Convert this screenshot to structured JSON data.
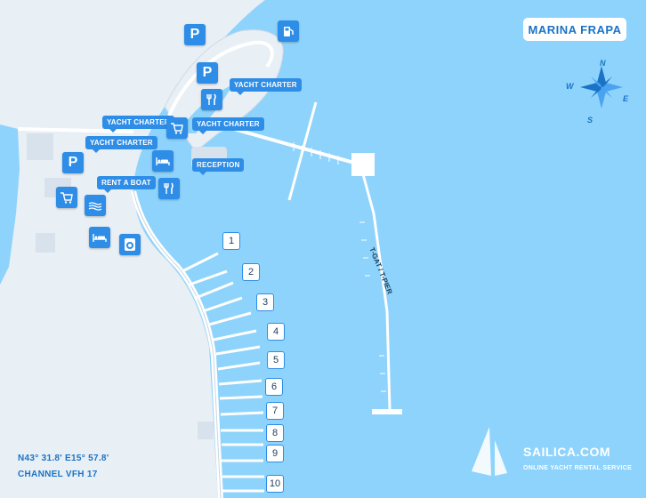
{
  "title": "MARINA FRAPA",
  "coordinates": "N43° 31.8' E15° 57.8'",
  "channel": "CHANNEL VFH 17",
  "pier_label": "T-GAT / T-PIER",
  "brand": {
    "name": "SAILICA.COM",
    "tagline": "ONLINE YACHT RENTAL SERVICE"
  },
  "compass": {
    "n": "N",
    "s": "S",
    "e": "E",
    "w": "W"
  },
  "labels": {
    "yacht_charter_1": "YACHT CHARTER",
    "yacht_charter_2": "YACHT CHARTER",
    "yacht_charter_3": "YACHT CHARTER",
    "yacht_charter_4": "YACHT CHARTER",
    "reception": "RECEPTION",
    "rent_a_boat": "RENT A BOAT"
  },
  "poi_icons": [
    "parking-icon",
    "fuel-icon",
    "restaurant-icon",
    "shopping-cart-icon",
    "hotel-icon",
    "pool-icon",
    "laundry-icon"
  ],
  "parking_symbol": "P",
  "pier_numbers": [
    "1",
    "2",
    "3",
    "4",
    "5",
    "6",
    "7",
    "8",
    "9",
    "10"
  ],
  "colors": {
    "sea": "#8ed3fb",
    "land": "#e6eef5",
    "accent": "#2e8de6",
    "title": "#1a73c7"
  }
}
